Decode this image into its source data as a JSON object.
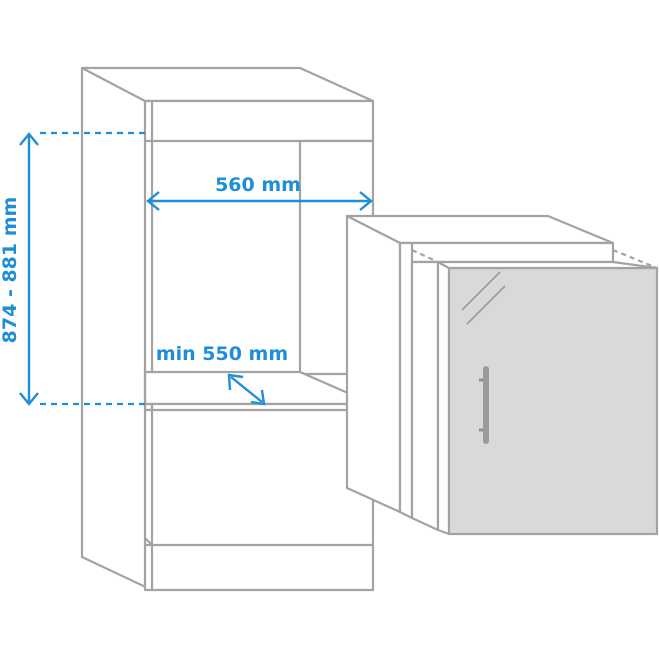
{
  "dimensions": {
    "width_label": "560 mm",
    "depth_label": "min 550 mm",
    "height_label": "874 - 881 mm"
  },
  "colors": {
    "outline": "#a3a3a3",
    "dimension": "#1e8ed6",
    "door_panel": "#d9d9d9",
    "background": "#ffffff"
  }
}
